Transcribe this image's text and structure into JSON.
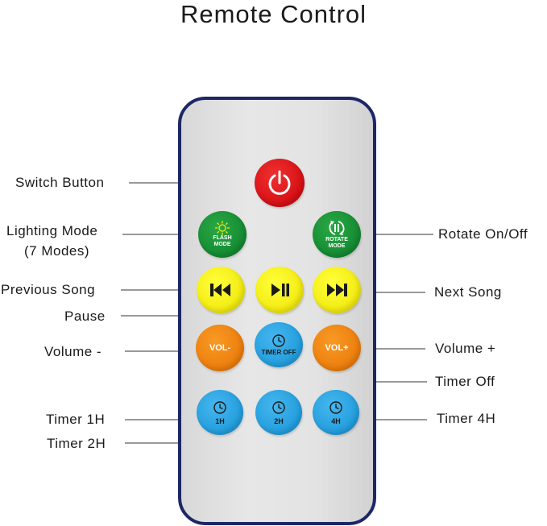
{
  "title": "Remote Control",
  "labels": {
    "switch": "Switch Button",
    "lighting_1": "Lighting Mode",
    "lighting_2": "(7 Modes)",
    "rotate": "Rotate On/Off",
    "previous": "Previous Song",
    "pause": "Pause",
    "next": "Next Song",
    "volume_minus": "Volume -",
    "volume_plus": "Volume +",
    "timer_off": "Timer Off",
    "timer_1h": "Timer 1H",
    "timer_2h": "Timer 2H",
    "timer_4h": "Timer 4H"
  },
  "buttons": {
    "flash_1": "FLASH",
    "flash_2": "MODE",
    "rotate_1": "ROTATE",
    "rotate_2": "MODE",
    "vol_minus": "VOL-",
    "vol_plus": "VOL+",
    "timer_off": "TIMER OFF",
    "t1": "1H",
    "t2": "2H",
    "t4": "4H"
  },
  "colors": {
    "outline": "#1d2766",
    "power": "#d50f14",
    "mode": "#148a32",
    "media": "#f2ea10",
    "volume": "#ec7d0c",
    "timer": "#229ddd"
  },
  "icons": {
    "power": "power-icon",
    "flash": "sun-icon",
    "rotate": "rotate-icon",
    "previous": "skip-previous-icon",
    "pause": "play-pause-icon",
    "next": "skip-next-icon",
    "timer": "clock-icon"
  }
}
